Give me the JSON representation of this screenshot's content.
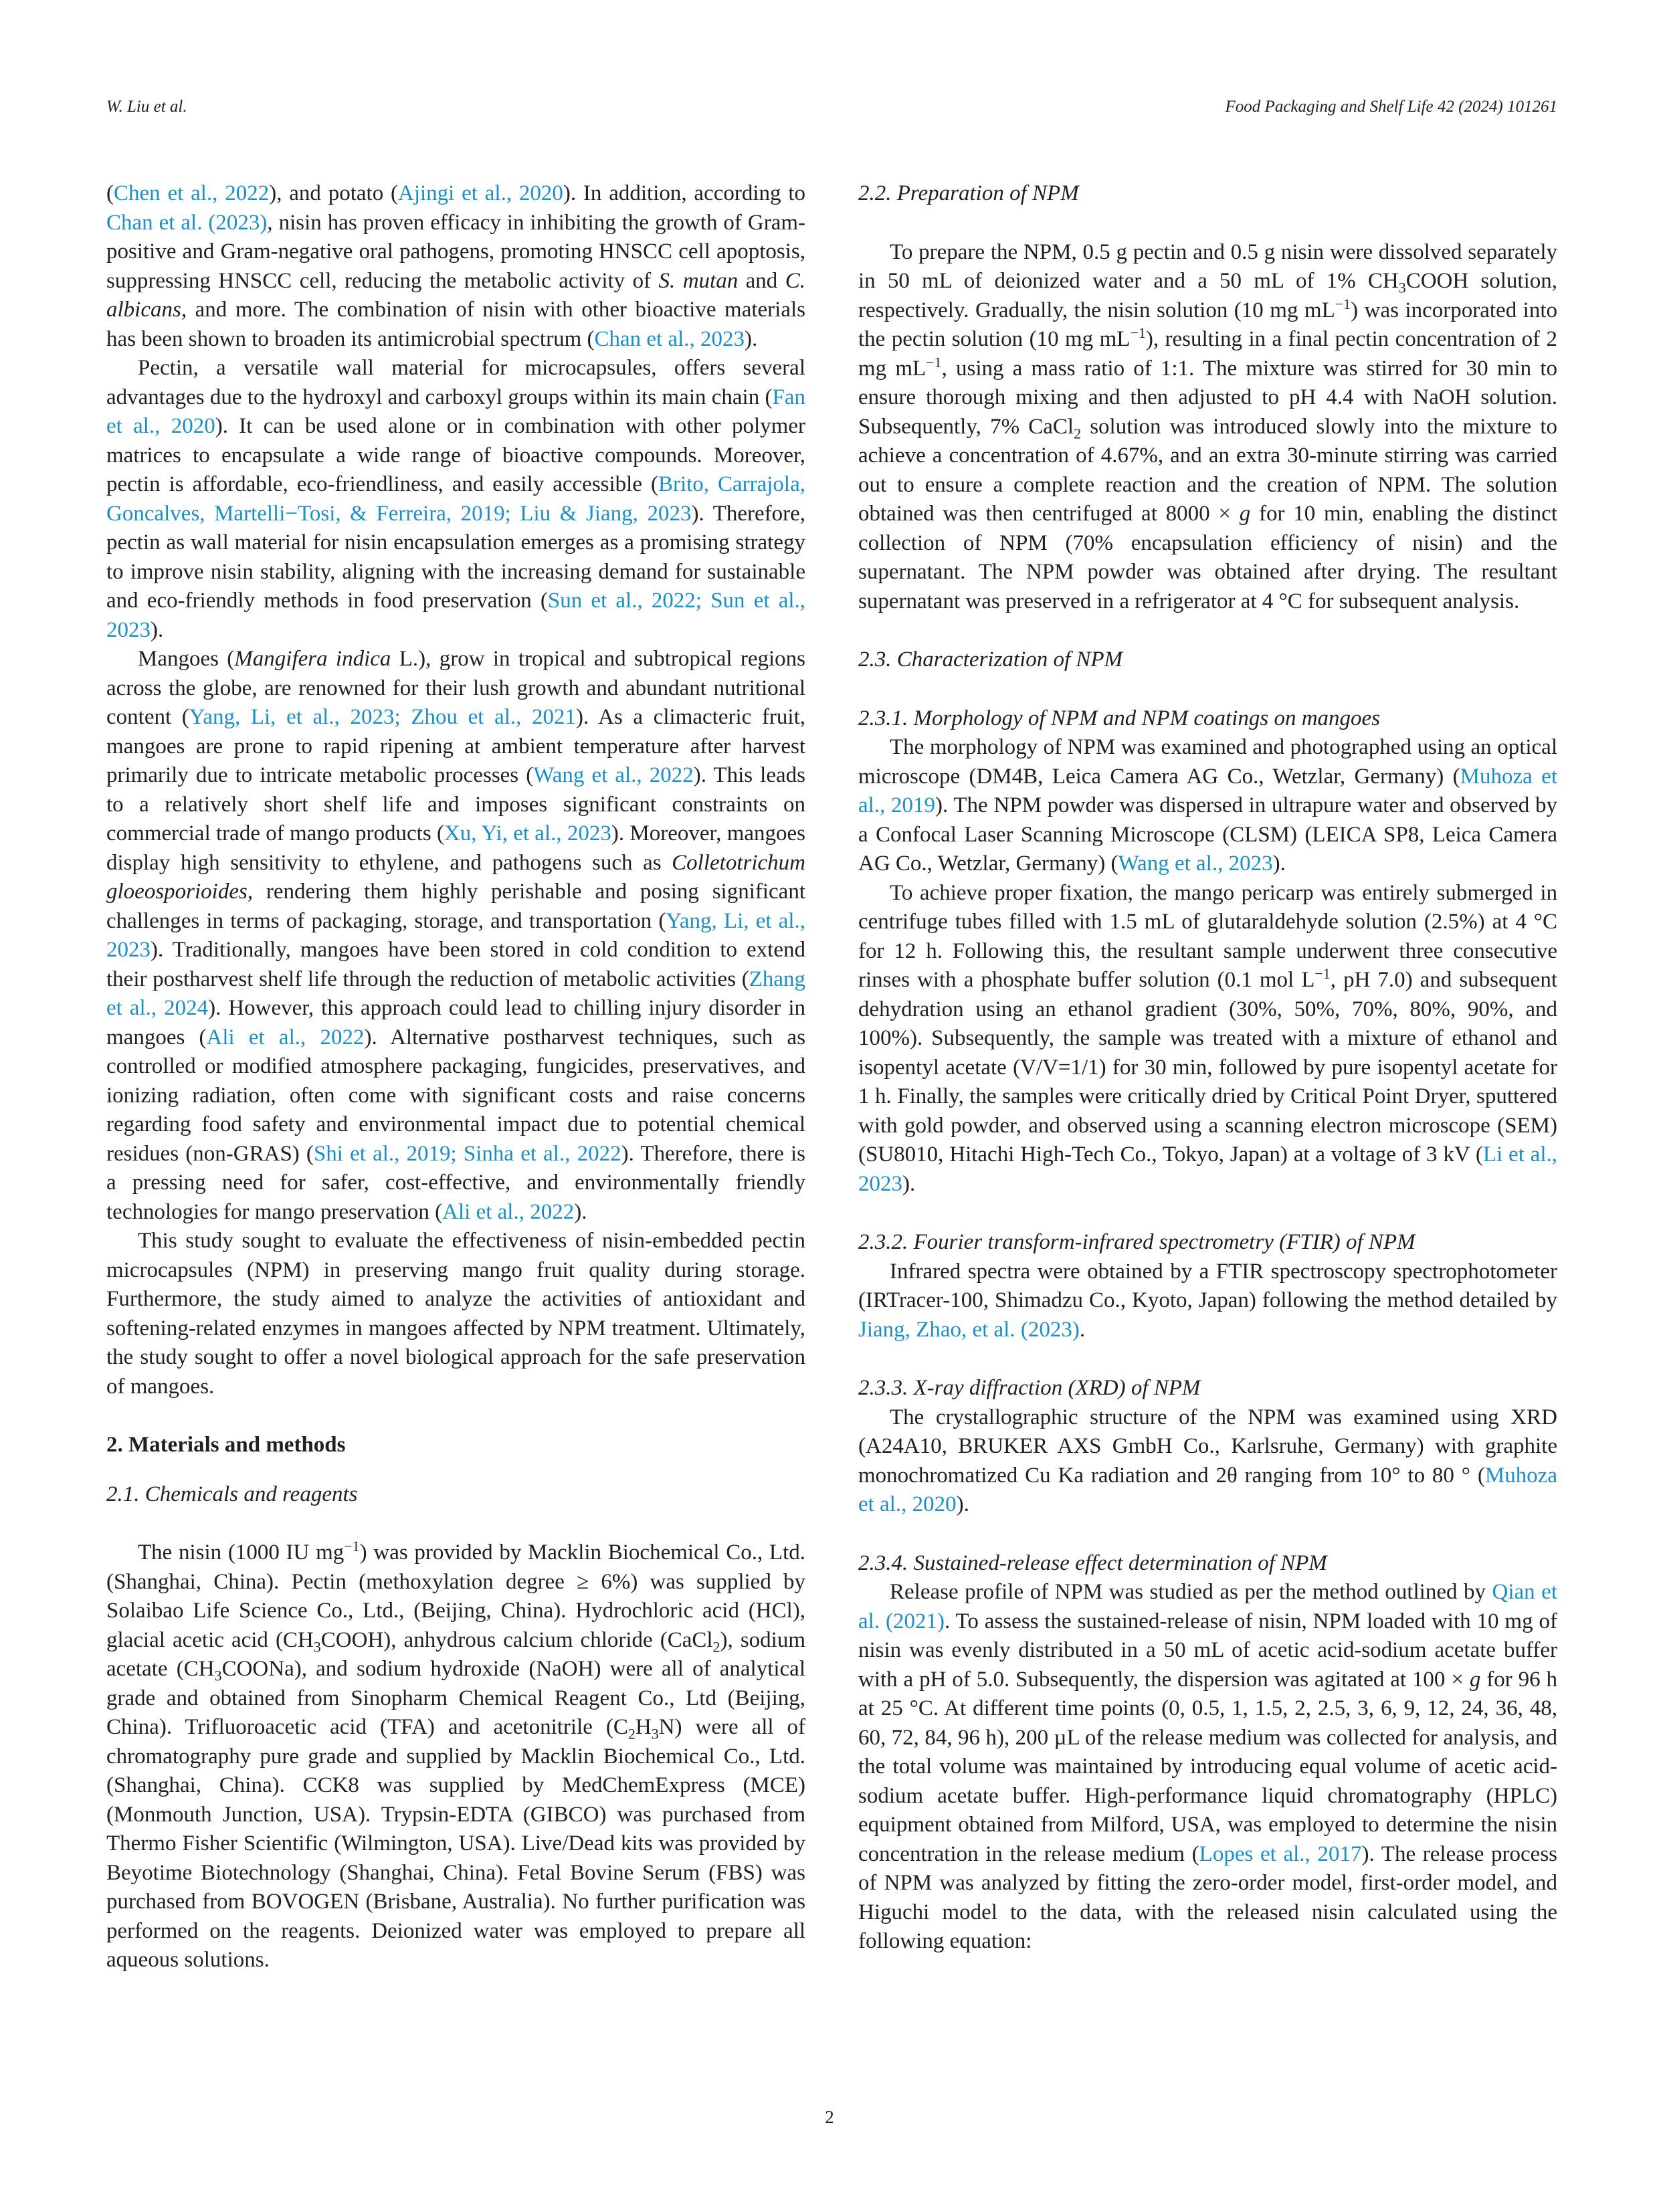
{
  "header": {
    "authors": "W. Liu et al.",
    "journal": "Food Packaging and Shelf Life 42 (2024) 101261"
  },
  "left_column": {
    "p1": {
      "t1": "(",
      "c1": "Chen et al., 2022",
      "t2": "), and potato (",
      "c2": "Ajingi et al., 2020",
      "t3": "). In addition, according to ",
      "c3": "Chan et al. (2023)",
      "t4": ", nisin has proven efficacy in inhibiting the growth of Gram-positive and Gram-negative oral pathogens, promoting HNSCC cell apoptosis, suppressing HNSCC cell, reducing the metabolic activity of ",
      "i1": "S. mutan",
      "t5": " and ",
      "i2": "C. albicans",
      "t6": ", and more. The combination of nisin with other bioactive materials has been shown to broaden its antimicrobial spectrum (",
      "c4": "Chan et al., 2023",
      "t7": ")."
    },
    "p2": {
      "t1": "Pectin, a versatile wall material for microcapsules, offers several advantages due to the hydroxyl and carboxyl groups within its main chain (",
      "c1": "Fan et al., 2020",
      "t2": "). It can be used alone or in combination with other polymer matrices to encapsulate a wide range of bioactive compounds. Moreover, pectin is affordable, eco-friendliness, and easily accessible (",
      "c2": "Brito, Carrajola, Goncalves, Martelli−Tosi, & Ferreira, 2019; Liu & Jiang, 2023",
      "t3": "). Therefore, pectin as wall material for nisin encapsulation emerges as a promising strategy to improve nisin stability, aligning with the increasing demand for sustainable and eco-friendly methods in food preservation (",
      "c3": "Sun et al., 2022; Sun et al., 2023",
      "t4": ")."
    },
    "p3": {
      "t1": "Mangoes (",
      "i1": "Mangifera indica",
      "t2": " L.), grow in tropical and subtropical regions across the globe, are renowned for their lush growth and abundant nutritional content (",
      "c1": "Yang, Li, et al., 2023; Zhou et al., 2021",
      "t3": "). As a climacteric fruit, mangoes are prone to rapid ripening at ambient temperature after harvest primarily due to intricate metabolic processes (",
      "c2": "Wang et al., 2022",
      "t4": "). This leads to a relatively short shelf life and imposes significant constraints on commercial trade of mango products (",
      "c3": "Xu, Yi, et al., 2023",
      "t5": "). Moreover, mangoes display high sensitivity to ethylene, and pathogens such as ",
      "i2": "Colletotrichum gloeosporioides",
      "t6": ", rendering them highly perishable and posing significant challenges in terms of packaging, storage, and transportation (",
      "c4": "Yang, Li, et al., 2023",
      "t7": "). Traditionally, mangoes have been stored in cold condition to extend their postharvest shelf life through the reduction of metabolic activities (",
      "c5": "Zhang et al., 2024",
      "t8": "). However, this approach could lead to chilling injury disorder in mangoes (",
      "c6": "Ali et al., 2022",
      "t9": "). Alternative postharvest techniques, such as controlled or modified atmosphere packaging, fungicides, preservatives, and ionizing radiation, often come with significant costs and raise concerns regarding food safety and environmental impact due to potential chemical residues (non-GRAS) (",
      "c7": "Shi et al., 2019; Sinha et al., 2022",
      "t10": "). Therefore, there is a pressing need for safer, cost-effective, and environmentally friendly technologies for mango preservation (",
      "c8": "Ali et al., 2022",
      "t11": ")."
    },
    "p4": "This study sought to evaluate the effectiveness of nisin-embedded pectin microcapsules (NPM) in preserving mango fruit quality during storage. Furthermore, the study aimed to analyze the activities of antioxidant and softening-related enzymes in mangoes affected by NPM treatment. Ultimately, the study sought to offer a novel biological approach for the safe preservation of mangoes.",
    "h_materials": "2.  Materials and methods",
    "h_chemicals": "2.1.  Chemicals and reagents",
    "p5": {
      "t1": "The nisin (1000 IU mg",
      "s1": "−1",
      "t2": ") was provided by Macklin Biochemical Co., Ltd. (Shanghai, China). Pectin (methoxylation degree ≥ 6%) was supplied by Solaibao Life Science Co., Ltd., (Beijing, China). Hydrochloric acid (HCl), glacial acetic acid (CH",
      "b1": "3",
      "t3": "COOH), anhydrous calcium chloride (CaCl",
      "b2": "2",
      "t4": "), sodium acetate (CH",
      "b3": "3",
      "t5": "COONa), and sodium hydroxide (NaOH) were all of analytical grade and obtained from Sinopharm Chemical Reagent Co., Ltd (Beijing, China). Trifluoroacetic acid (TFA) and acetonitrile (C",
      "b4": "2",
      "t6": "H",
      "b5": "3",
      "t7": "N) were all of chromatography pure grade and supplied by Macklin Biochemical Co., Ltd. (Shanghai, China). CCK8 was supplied by MedChemExpress (MCE) (Monmouth Junction, USA). Trypsin-EDTA (GIBCO) was purchased from Thermo Fisher Scientific (Wilmington, USA). Live/Dead kits was provided by Beyotime Biotechnology (Shanghai, China). Fetal Bovine Serum (FBS) was purchased from BOVOGEN (Brisbane, Australia). No further purification was performed on the reagents. Deionized water was employed to prepare all aqueous solutions."
    }
  },
  "right_column": {
    "h_prep": "2.2.  Preparation of NPM",
    "p1": {
      "t1": "To prepare the NPM, 0.5 g pectin and 0.5 g nisin were dissolved separately in 50 mL of deionized water and a 50 mL of 1% CH",
      "b1": "3",
      "t2": "COOH solution, respectively. Gradually, the nisin solution (10 mg mL",
      "s1": "−1",
      "t3": ") was incorporated into the pectin solution (10 mg mL",
      "s2": "−1",
      "t4": "), resulting in a final pectin concentration of 2 mg mL",
      "s3": "−1",
      "t5": ", using a mass ratio of 1:1. The mixture was stirred for 30 min to ensure thorough mixing and then adjusted to pH 4.4 with NaOH solution. Subsequently, 7% CaCl",
      "b2": "2",
      "t6": " solution was introduced slowly into the mixture to achieve a concentration of 4.67%, and an extra 30-minute stirring was carried out to ensure a complete reaction and the creation of NPM. The solution obtained was then centrifuged at 8000 × ",
      "i1": "g",
      "t7": " for 10 min, enabling the distinct collection of NPM (70% encapsulation efficiency of nisin) and the supernatant. The NPM powder was obtained after drying. The resultant supernatant was preserved in a refrigerator at 4 °C for subsequent analysis."
    },
    "h_char": "2.3.  Characterization of NPM",
    "h_morph": "2.3.1.  Morphology of NPM and NPM coatings on mangoes",
    "p2": {
      "t1": "The morphology of NPM was examined and photographed using an optical microscope (DM4B, Leica Camera AG Co., Wetzlar, Germany) (",
      "c1": "Muhoza et al., 2019",
      "t2": "). The NPM powder was dispersed in ultrapure water and observed by a Confocal Laser Scanning Microscope (CLSM) (LEICA SP8, Leica Camera AG Co., Wetzlar, Germany) (",
      "c2": "Wang et al., 2023",
      "t3": ")."
    },
    "p3": {
      "t1": "To achieve proper fixation, the mango pericarp was entirely submerged in centrifuge tubes filled with 1.5 mL of glutaraldehyde solution (2.5%) at 4 °C for 12 h. Following this, the resultant sample underwent three consecutive rinses with a phosphate buffer solution (0.1 mol L",
      "s1": "−1",
      "t2": ", pH 7.0) and subsequent dehydration using an ethanol gradient (30%, 50%, 70%, 80%, 90%, and 100%). Subsequently, the sample was treated with a mixture of ethanol and isopentyl acetate (V/V=1/1) for 30 min, followed by pure isopentyl acetate for 1 h. Finally, the samples were critically dried by Critical Point Dryer, sputtered with gold powder, and observed using a scanning electron microscope (SEM) (SU8010, Hitachi High-Tech Co., Tokyo, Japan) at a voltage of 3 kV (",
      "c1": "Li et al., 2023",
      "t3": ")."
    },
    "h_ftir": "2.3.2.  Fourier transform-infrared spectrometry (FTIR) of NPM",
    "p4": {
      "t1": "Infrared spectra were obtained by a FTIR spectroscopy spectrophotometer (IRTracer-100, Shimadzu Co., Kyoto, Japan) following the method detailed by ",
      "c1": "Jiang, Zhao, et al. (2023)",
      "t2": "."
    },
    "h_xrd": "2.3.3.  X-ray diffraction (XRD) of NPM",
    "p5": {
      "t1": "The crystallographic structure of the NPM was examined using XRD (A24A10, BRUKER AXS GmbH Co., Karlsruhe, Germany) with graphite monochromatized Cu Ka radiation and 2θ ranging from 10° to 80 ° (",
      "c1": "Muhoza et al., 2020",
      "t2": ")."
    },
    "h_release": "2.3.4.  Sustained-release effect determination of NPM",
    "p6": {
      "t1": "Release profile of NPM was studied as per the method outlined by ",
      "c1": "Qian et al. (2021)",
      "t2": ". To assess the sustained-release of nisin, NPM loaded with 10 mg of nisin was evenly distributed in a 50 mL of acetic acid-sodium acetate buffer with a pH of 5.0. Subsequently, the dispersion was agitated at 100 × ",
      "i1": "g",
      "t3": " for 96 h at 25 °C. At different time points (0, 0.5, 1, 1.5, 2, 2.5, 3, 6, 9, 12, 24, 36, 48, 60, 72, 84, 96 h), 200 µL of the release medium was collected for analysis, and the total volume was maintained by introducing equal volume of acetic acid-sodium acetate buffer. High-performance liquid chromatography (HPLC) equipment obtained from Milford, USA, was employed to determine the nisin concentration in the release medium (",
      "c2": "Lopes et al., 2017",
      "t4": "). The release process of NPM was analyzed by fitting the zero-order model, first-order model, and Higuchi model to the data, with the released nisin calculated using the following equation:"
    }
  },
  "footer": {
    "page_number": "2"
  }
}
